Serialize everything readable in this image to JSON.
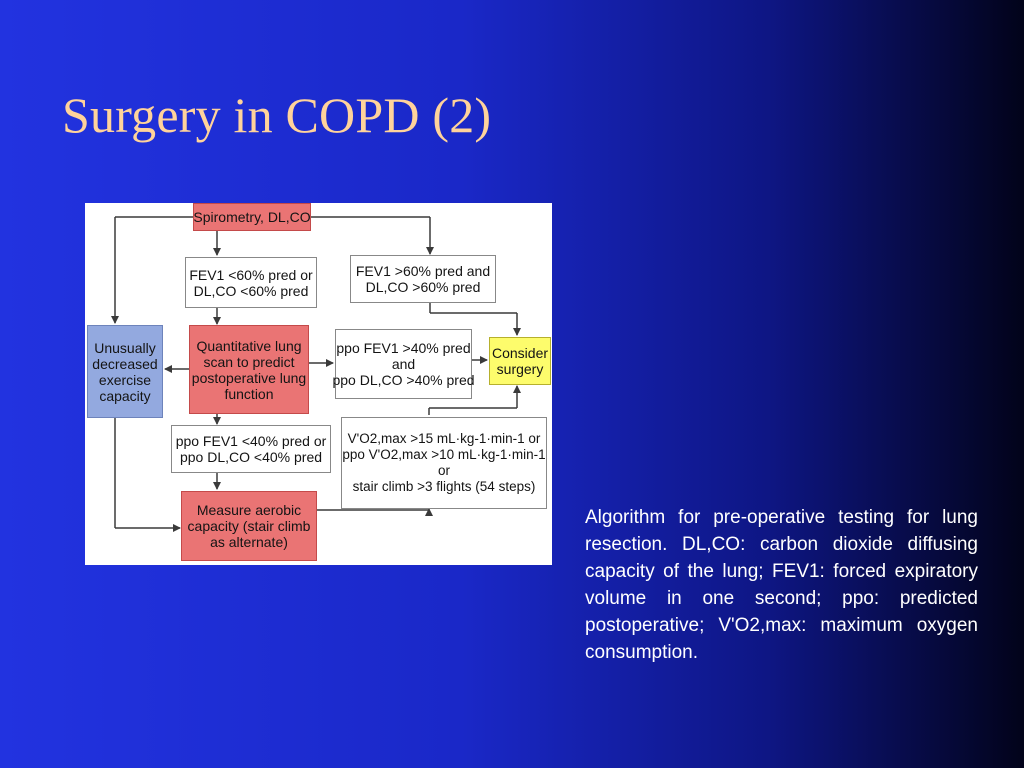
{
  "slide": {
    "title": "Surgery in COPD (2)"
  },
  "flowchart": {
    "spirometry": [
      "Spirometry, DL,CO"
    ],
    "low_fev": [
      "FEV1 <60% pred or",
      "DL,CO <60% pred"
    ],
    "high_fev": [
      "FEV1 >60% pred and",
      "DL,CO >60% pred"
    ],
    "unusual": [
      "Unusually",
      "decreased",
      "exercise",
      "capacity"
    ],
    "lung_scan": [
      "Quantitative lung",
      "scan to predict",
      "postoperative lung",
      "function"
    ],
    "ppo_high": [
      "ppo FEV1 >40% pred",
      "and",
      "ppo DL,CO >40% pred"
    ],
    "consider": [
      "Consider",
      "surgery"
    ],
    "ppo_low": [
      "ppo FEV1 <40% pred or",
      "ppo DL,CO <40% pred"
    ],
    "vo2": [
      "V'O2,max >15 mL·kg-1·min-1 or",
      "ppo V'O2,max >10 mL·kg-1·min-1",
      "or",
      "stair climb >3 flights (54 steps)"
    ],
    "aerobic": [
      "Measure aerobic",
      "capacity (stair climb",
      "as alternate)"
    ]
  },
  "caption": {
    "text": "Algorithm for pre-operative testing for lung resection. DL,CO: carbon dioxide diffusing capacity of the lung; FEV1: forced expiratory volume in one second; ppo: predicted postoperative; V'O2,max: maximum oxygen consumption."
  },
  "colors": {
    "title": "#ffd39b",
    "red_box": "#ea7474",
    "blue_box": "#93a9df",
    "yellow_box": "#fdfc6c"
  }
}
